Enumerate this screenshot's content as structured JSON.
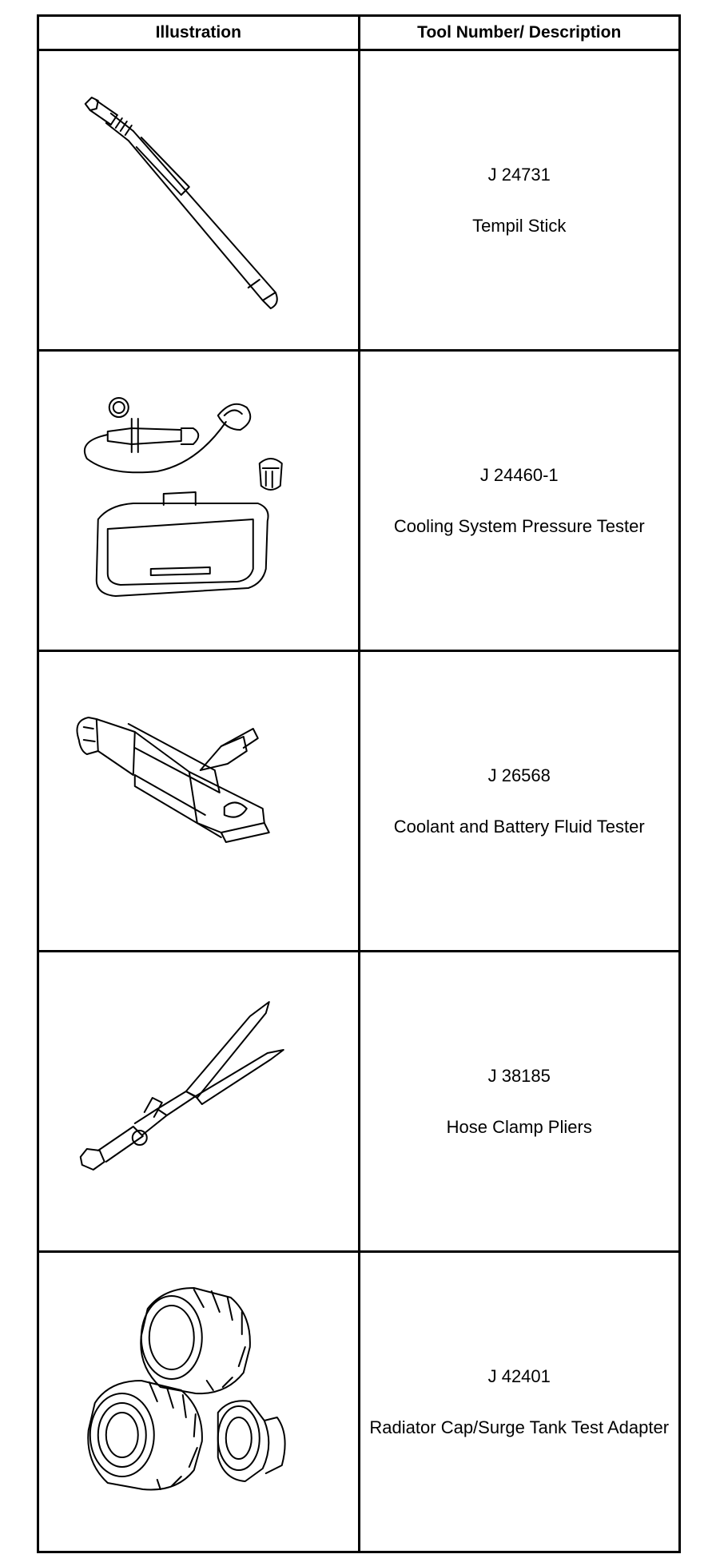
{
  "table": {
    "header": {
      "illustration": "Illustration",
      "description": "Tool Number/ Description"
    },
    "rows": [
      {
        "tool_number": "J 24731",
        "description": "Tempil Stick",
        "icon": "tempil-stick-icon"
      },
      {
        "tool_number": "J 24460-1",
        "description": "Cooling System Pressure Tester",
        "icon": "pressure-tester-icon"
      },
      {
        "tool_number": "J 26568",
        "description": "Coolant and Battery Fluid Tester",
        "icon": "fluid-tester-icon"
      },
      {
        "tool_number": "J 38185",
        "description": "Hose Clamp Pliers",
        "icon": "hose-clamp-pliers-icon"
      },
      {
        "tool_number": "J 42401",
        "description": "Radiator Cap/Surge Tank Test Adapter",
        "icon": "test-adapter-icon"
      }
    ]
  }
}
